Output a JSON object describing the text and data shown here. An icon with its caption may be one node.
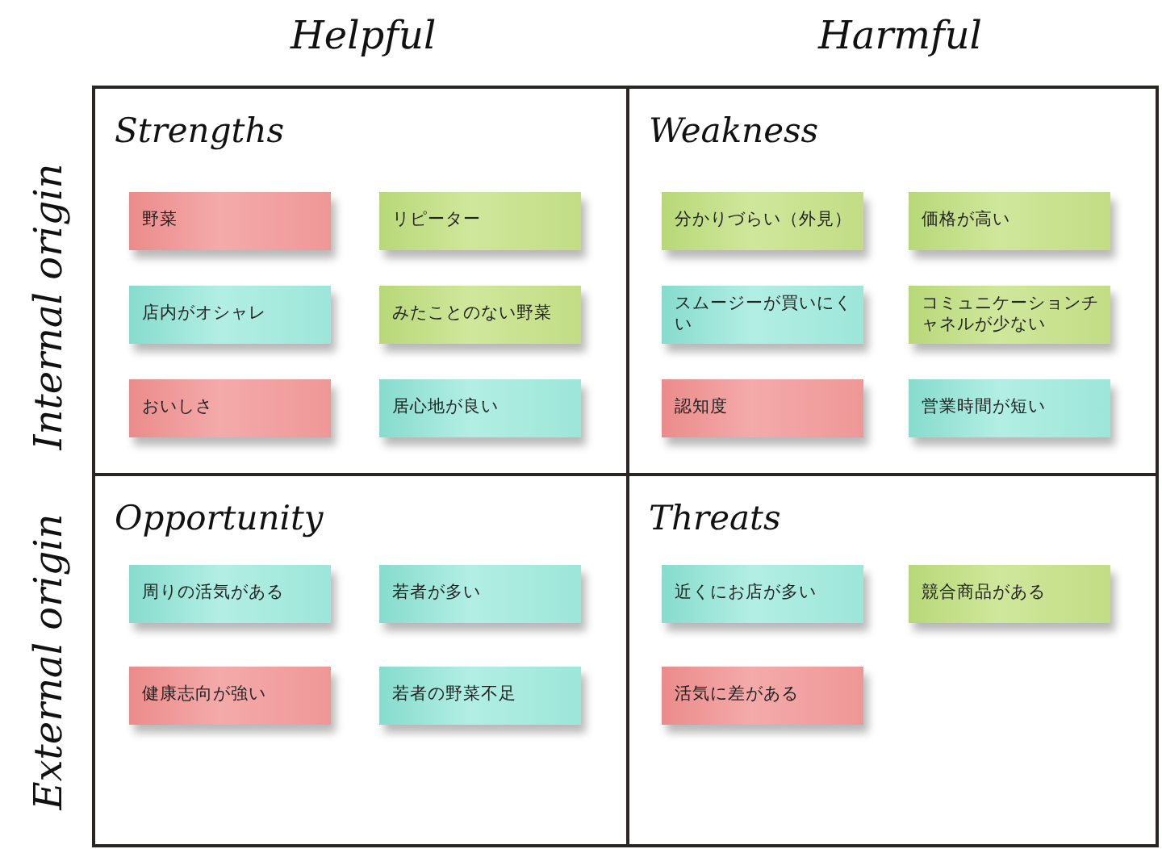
{
  "diagram": {
    "nodes": [
      {
        "text": [
          "Strengths"
        ]
      },
      {
        "text": [
          "野菜"
        ],
        "in": 0
      },
      {
        "text": [
          "リピーター"
        ],
        "in": 0
      },
      {
        "text": [
          "店内がオシャレ"
        ],
        "in": 0
      },
      {
        "text": [
          "みたことのない野菜"
        ],
        "in": 0
      },
      {
        "text": [
          "おいしさ"
        ],
        "in": 0
      },
      {
        "text": [
          "居心地が良い"
        ],
        "in": 0
      },
      {
        "text": [
          "Weakness"
        ]
      },
      {
        "text": [
          "分かりづらい（外見）"
        ],
        "in": 7
      },
      {
        "text": [
          "価格が高い"
        ],
        "in": 7
      },
      {
        "text": [
          "スムージーが買いにくい"
        ],
        "in": 7
      },
      {
        "text": [
          "コミュニケーションチャネルが少ない"
        ],
        "in": 7
      },
      {
        "text": [
          "認知度"
        ],
        "in": 7
      },
      {
        "text": [
          "営業時間が短い"
        ],
        "in": 7
      },
      {
        "text": [
          "Opportunity"
        ]
      },
      {
        "text": [
          "周りの活気がある"
        ],
        "in": 14
      },
      {
        "text": [
          "若者が多い"
        ],
        "in": 14
      },
      {
        "text": [
          "健康志向が強い"
        ],
        "in": 14
      },
      {
        "text": [
          "若者の野菜不足"
        ],
        "in": 14
      },
      {
        "text": [
          "Threats"
        ]
      },
      {
        "text": [
          "近くにお店が多い"
        ],
        "in": 19
      },
      {
        "text": [
          "競合商品がある"
        ],
        "in": 19
      },
      {
        "text": [
          "活気に差がある"
        ],
        "in": 19
      }
    ],
    "labels": [
      "Helpful",
      "Harmful",
      "Internal origin",
      "External origin"
    ]
  }
}
